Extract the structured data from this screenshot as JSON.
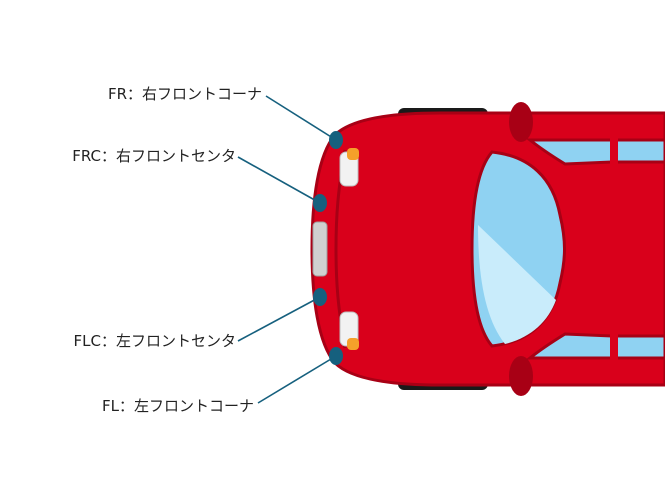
{
  "sensors": [
    {
      "id": "FR",
      "label": "FR：右フロントコーナ"
    },
    {
      "id": "FRC",
      "label": "FRC：右フロントセンタ"
    },
    {
      "id": "FLC",
      "label": "FLC：左フロントセンタ"
    },
    {
      "id": "FL",
      "label": "FL：左フロントコーナ"
    }
  ],
  "colors": {
    "car_body": "#d9001b",
    "car_outline": "#a80015",
    "glass": "#8fd2f2",
    "glass_highlight": "#c9ecfb",
    "tire": "#1a1a1a",
    "sensor_dot": "#16607e",
    "leader_line": "#16607e",
    "headlight": "#f2f2f2",
    "turn_signal": "#f5a02a",
    "grille": "#d0d0d0"
  }
}
